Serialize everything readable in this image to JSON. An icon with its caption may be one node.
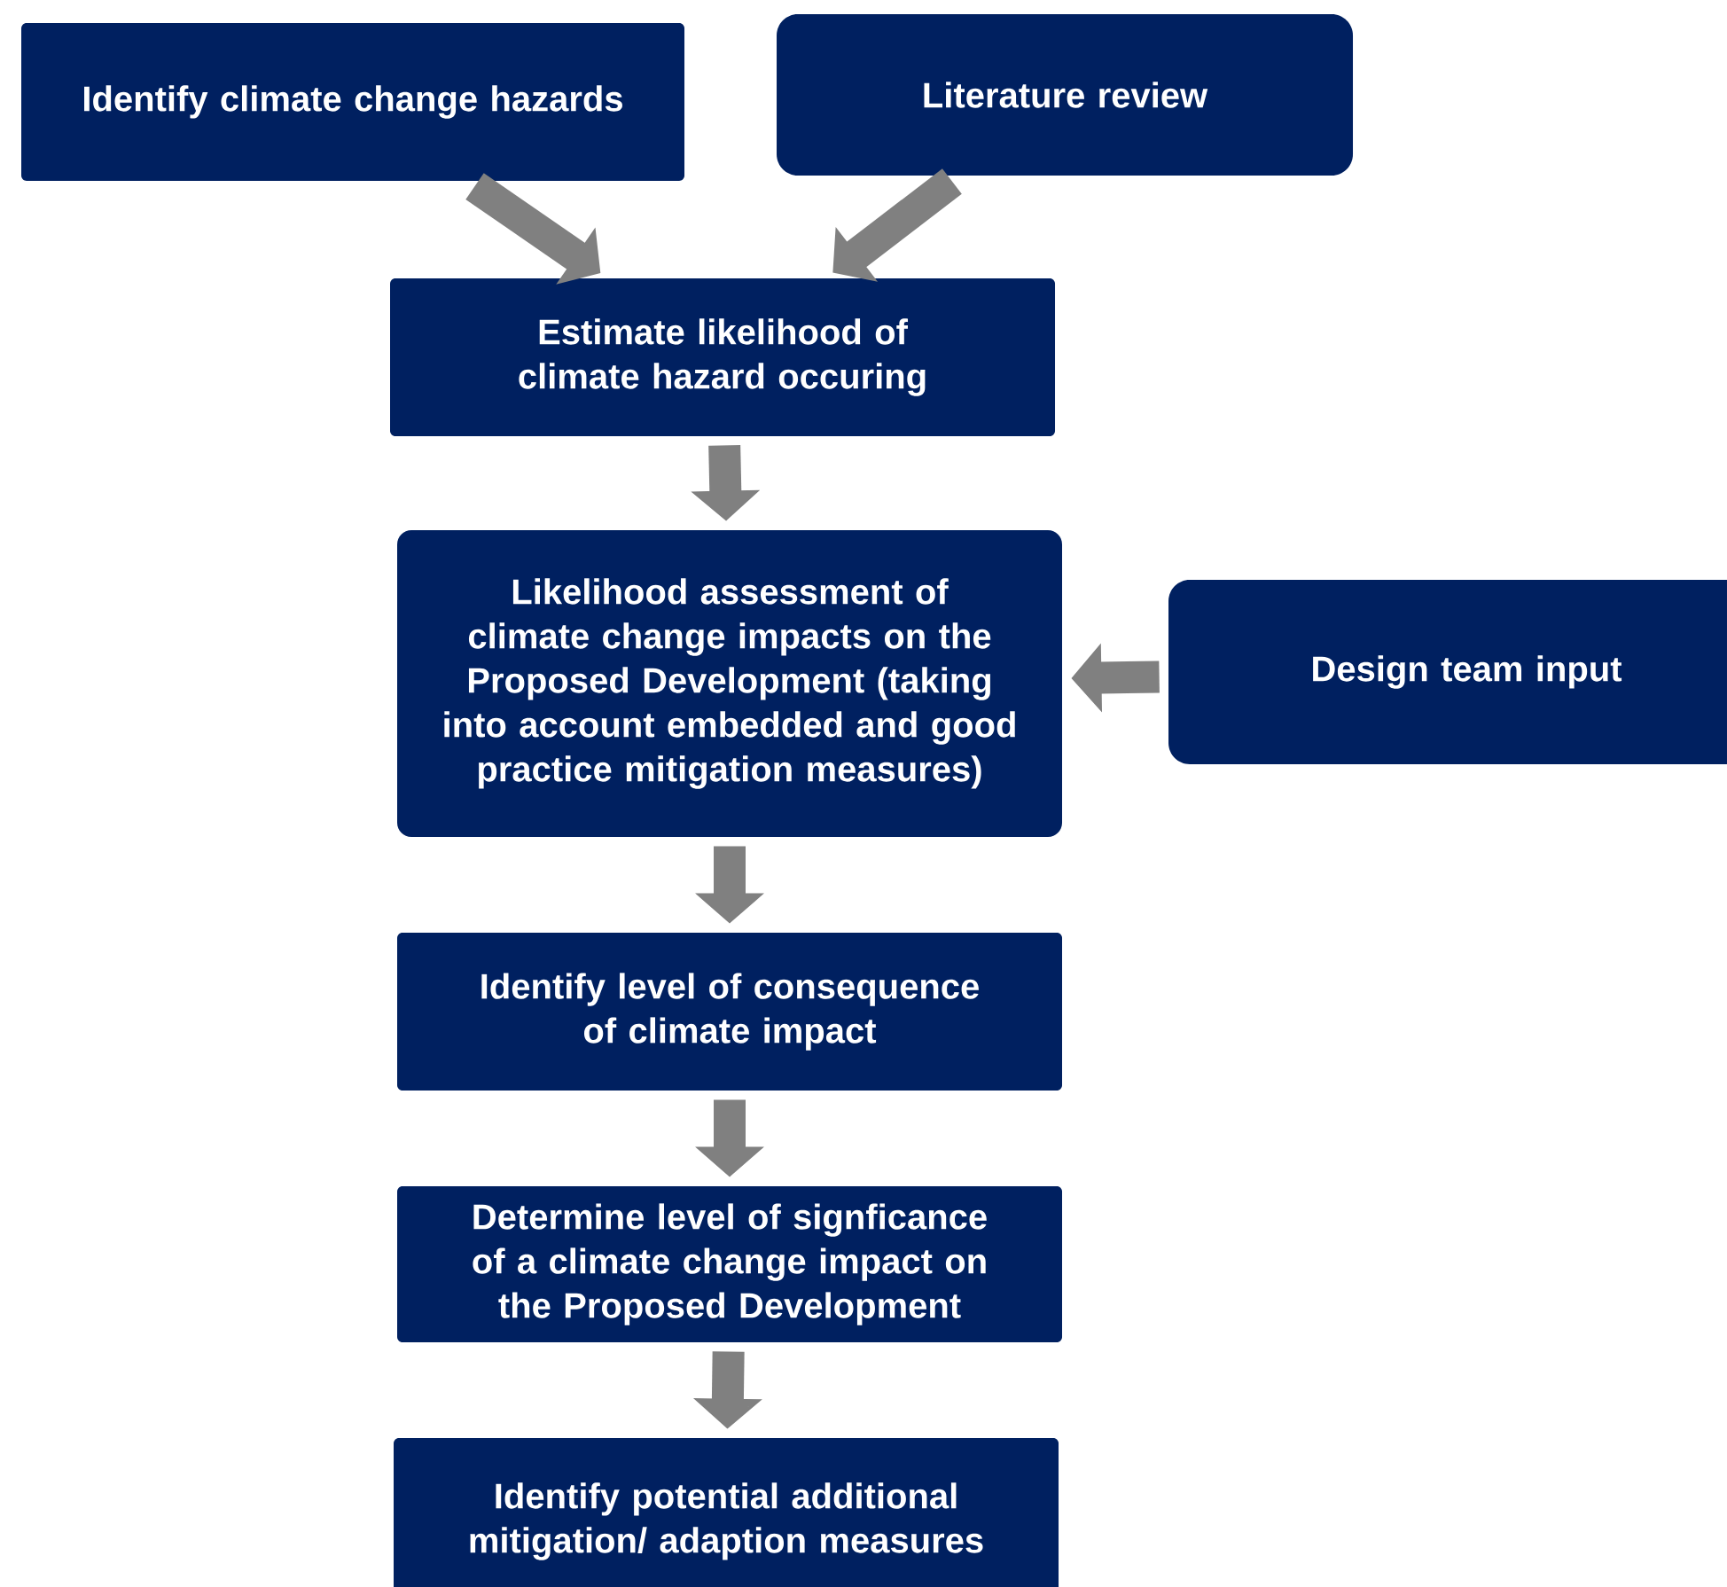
{
  "diagram": {
    "nodes": [
      {
        "text": [
          "Identify climate change hazards"
        ]
      },
      {
        "text": [
          "Literature review"
        ]
      },
      {
        "text": [
          "Estimate likelihood of climate hazard occuring"
        ]
      },
      {
        "text": [
          "Likelihood assessment of climate change impacts on the Proposed Development (taking into account embedded and good practice mitigation measures)"
        ]
      },
      {
        "text": [
          "Design team input"
        ]
      },
      {
        "text": [
          "Identify level of consequence of climate impact"
        ]
      },
      {
        "text": [
          "Determine level of signficance of a climate change impact on the Proposed Development"
        ]
      },
      {
        "text": [
          "Identify potential additional mitigation/ adaption measures"
        ]
      }
    ],
    "edges": [
      {
        "from": 0,
        "to": 2,
        "arrow": "to"
      },
      {
        "from": 1,
        "to": 2,
        "arrow": "to"
      },
      {
        "from": 2,
        "to": 3,
        "arrow": "to"
      },
      {
        "from": 4,
        "to": 3,
        "arrow": "to"
      },
      {
        "from": 3,
        "to": 5,
        "arrow": "to"
      },
      {
        "from": 5,
        "to": 6,
        "arrow": "to"
      },
      {
        "from": 6,
        "to": 7,
        "arrow": "to"
      }
    ]
  }
}
